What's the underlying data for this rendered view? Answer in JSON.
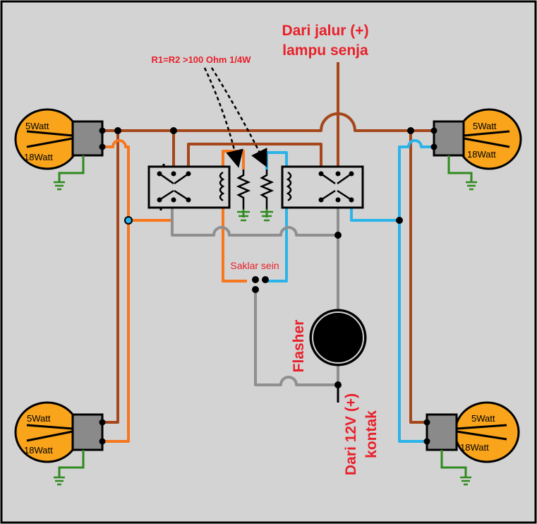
{
  "labels": {
    "source_top_line1": "Dari jalur (+)",
    "source_top_line2": "lampu senja",
    "resistor_note": "R1=R2 >100 Ohm 1/4W",
    "switch": "Saklar sein",
    "flasher": "Flasher",
    "source_bottom_line1": "Dari 12V (+)",
    "source_bottom_line2": "kontak"
  },
  "lamps": {
    "front_left": {
      "low": "5Watt",
      "high": "18Watt"
    },
    "front_right": {
      "low": "5Watt",
      "high": "18Watt"
    },
    "rear_left": {
      "low": "5Watt",
      "high": "18Watt"
    },
    "rear_right": {
      "low": "5Watt",
      "high": "18Watt"
    }
  },
  "colors": {
    "background": "#d3d3d3",
    "brown_wire": "#a5471a",
    "orange_wire": "#f7761e",
    "blue_wire": "#2ab4ea",
    "gray_wire": "#8f8f8f",
    "ground_wire": "#2f8a1f",
    "lamp_fill": "#f9a41b",
    "socket_fill": "#8a8a8a",
    "label_red": "#e8202a"
  }
}
